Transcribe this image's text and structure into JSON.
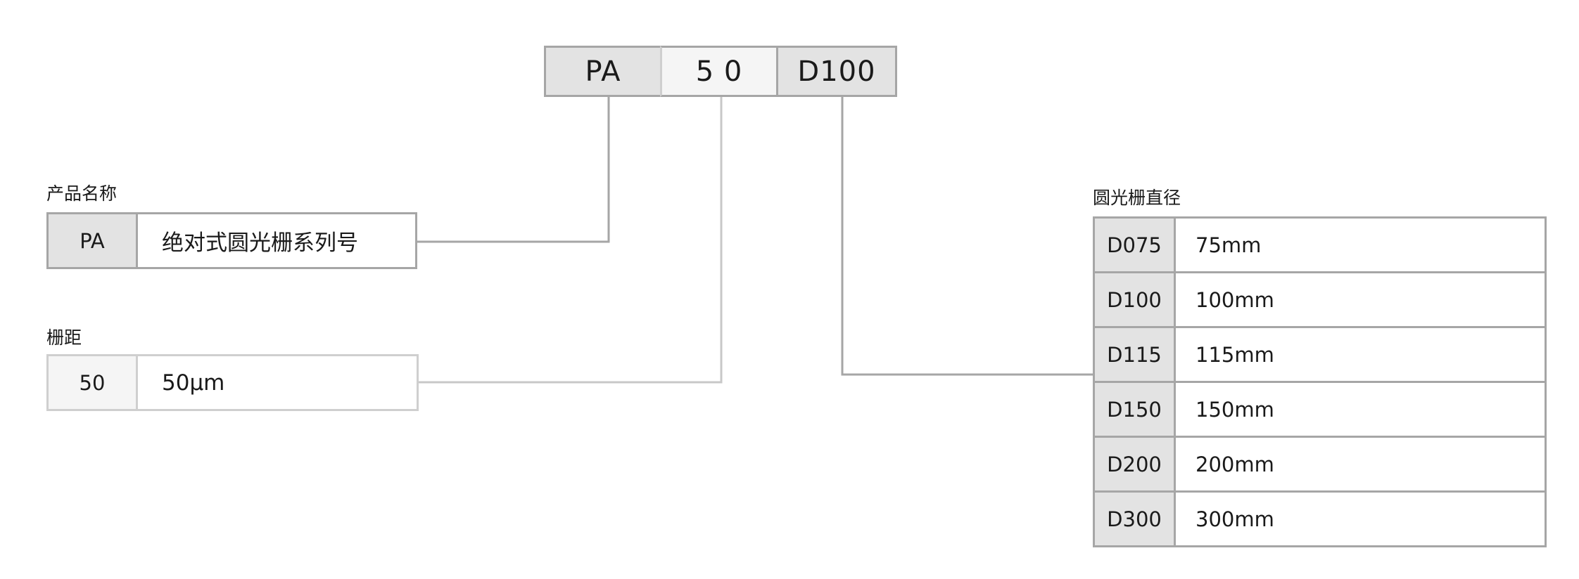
{
  "header": {
    "segments": [
      {
        "code": "PA"
      },
      {
        "code": "5 0"
      },
      {
        "code": "D100"
      }
    ]
  },
  "product_name": {
    "label": "产品名称",
    "code": "PA",
    "description": "绝对式圆光栅系列号"
  },
  "pitch": {
    "label": "栅距",
    "code": "50",
    "description": "50μm"
  },
  "diameter": {
    "label": "圆光栅直径",
    "options": [
      {
        "code": "D075",
        "value": "75mm"
      },
      {
        "code": "D100",
        "value": "100mm"
      },
      {
        "code": "D115",
        "value": "115mm"
      },
      {
        "code": "D150",
        "value": "150mm"
      },
      {
        "code": "D200",
        "value": "200mm"
      },
      {
        "code": "D300",
        "value": "300mm"
      }
    ]
  },
  "colors": {
    "border": "#a6a6a6",
    "light_border": "#cfcfcf",
    "cell_gray": "#e3e3e3",
    "cell_light": "#f5f5f5",
    "connector": "#a6a6a6",
    "connector_light": "#c8c8c8"
  }
}
